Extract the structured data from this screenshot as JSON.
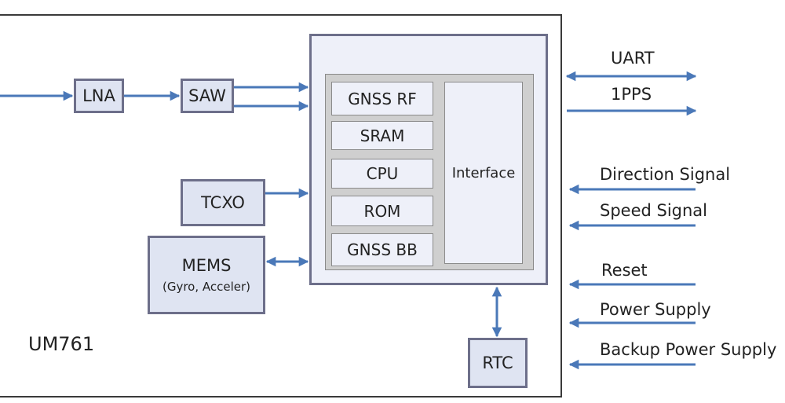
{
  "module": {
    "name": "UM761"
  },
  "blocks": {
    "lna": "LNA",
    "saw": "SAW",
    "tcxo": "TCXO",
    "mems_title": "MEMS",
    "mems_sub": "(Gyro, Acceler)",
    "rtc": "RTC"
  },
  "soc": {
    "rows": [
      "GNSS RF",
      "SRAM",
      "CPU",
      "ROM",
      "GNSS BB"
    ],
    "interface": "Interface"
  },
  "signals": {
    "bidir": "UART",
    "out": "1PPS",
    "inputs": [
      "Direction Signal",
      "Speed Signal",
      "Reset",
      "Power Supply",
      "Backup Power Supply"
    ]
  },
  "colors": {
    "arrow": "#4a78b8",
    "block_fill": "#dfe4f2",
    "block_border": "#6d6f8a"
  }
}
